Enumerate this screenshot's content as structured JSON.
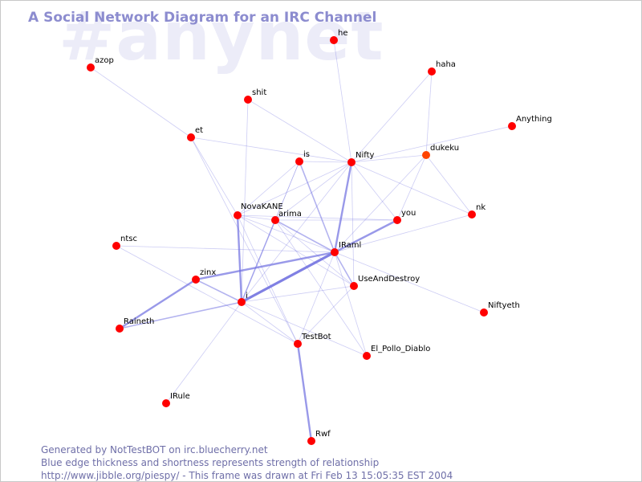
{
  "watermark": "#anynet",
  "title": "A Social Network Diagram for an IRC Channel",
  "footer": {
    "line1": "Generated by NotTestBOT on irc.bluecherry.net",
    "line2": "Blue edge thickness and shortness represents strength of relationship",
    "line3": "http://www.jibble.org/piespy/ - This frame was drawn at Fri Feb 13 15:05:35 EST 2004"
  },
  "colors": {
    "node": "#ff0000",
    "node_alt": "#ff4400",
    "edge": "#7070e0",
    "title": "#8c8ccf",
    "watermark": "#ececf8"
  },
  "graph": {
    "nodes": [
      {
        "id": "he",
        "label": "he"
      },
      {
        "id": "azop",
        "label": "azop"
      },
      {
        "id": "haha",
        "label": "haha"
      },
      {
        "id": "shit",
        "label": "shit"
      },
      {
        "id": "Anything",
        "label": "Anything"
      },
      {
        "id": "et",
        "label": "et"
      },
      {
        "id": "is",
        "label": "is"
      },
      {
        "id": "Nifty",
        "label": "Nifty"
      },
      {
        "id": "dukeku",
        "label": "dukeku"
      },
      {
        "id": "nk",
        "label": "nk"
      },
      {
        "id": "NovaKANE",
        "label": "NovaKANE"
      },
      {
        "id": "arima",
        "label": "arima"
      },
      {
        "id": "you",
        "label": "you"
      },
      {
        "id": "ntsc",
        "label": "ntsc"
      },
      {
        "id": "IRaml",
        "label": "IRaml"
      },
      {
        "id": "zinx",
        "label": "zinx"
      },
      {
        "id": "UseAndDestroy",
        "label": "UseAndDestroy"
      },
      {
        "id": "i",
        "label": "i"
      },
      {
        "id": "Niftyeth",
        "label": "Niftyeth"
      },
      {
        "id": "Raineth",
        "label": "Raineth"
      },
      {
        "id": "TestBot",
        "label": "TestBot"
      },
      {
        "id": "El_Pollo_Diablo",
        "label": "El_Pollo_Diablo"
      },
      {
        "id": "IRule",
        "label": "IRule"
      },
      {
        "id": "Rwf",
        "label": "Rwf"
      }
    ],
    "edges": [
      {
        "source": "Nifty",
        "target": "he",
        "weight": 1
      },
      {
        "source": "Nifty",
        "target": "haha",
        "weight": 1
      },
      {
        "source": "Nifty",
        "target": "Anything",
        "weight": 1
      },
      {
        "source": "Nifty",
        "target": "is",
        "weight": 1
      },
      {
        "source": "Nifty",
        "target": "et",
        "weight": 1
      },
      {
        "source": "Nifty",
        "target": "shit",
        "weight": 1
      },
      {
        "source": "Nifty",
        "target": "dukeku",
        "weight": 1
      },
      {
        "source": "Nifty",
        "target": "NovaKANE",
        "weight": 1
      },
      {
        "source": "Nifty",
        "target": "arima",
        "weight": 1
      },
      {
        "source": "Nifty",
        "target": "IRaml",
        "weight": 3
      },
      {
        "source": "Nifty",
        "target": "you",
        "weight": 1
      },
      {
        "source": "Nifty",
        "target": "nk",
        "weight": 1
      },
      {
        "source": "Nifty",
        "target": "UseAndDestroy",
        "weight": 1
      },
      {
        "source": "Nifty",
        "target": "i",
        "weight": 1
      },
      {
        "source": "haha",
        "target": "dukeku",
        "weight": 1
      },
      {
        "source": "dukeku",
        "target": "nk",
        "weight": 1
      },
      {
        "source": "dukeku",
        "target": "IRaml",
        "weight": 1
      },
      {
        "source": "dukeku",
        "target": "you",
        "weight": 1
      },
      {
        "source": "azop",
        "target": "et",
        "weight": 1
      },
      {
        "source": "et",
        "target": "NovaKANE",
        "weight": 1
      },
      {
        "source": "et",
        "target": "TestBot",
        "weight": 1
      },
      {
        "source": "shit",
        "target": "i",
        "weight": 1
      },
      {
        "source": "is",
        "target": "NovaKANE",
        "weight": 1
      },
      {
        "source": "is",
        "target": "arima",
        "weight": 1
      },
      {
        "source": "is",
        "target": "IRaml",
        "weight": 2
      },
      {
        "source": "is",
        "target": "i",
        "weight": 1
      },
      {
        "source": "NovaKANE",
        "target": "arima",
        "weight": 1
      },
      {
        "source": "NovaKANE",
        "target": "you",
        "weight": 1
      },
      {
        "source": "NovaKANE",
        "target": "IRaml",
        "weight": 1
      },
      {
        "source": "NovaKANE",
        "target": "i",
        "weight": 3
      },
      {
        "source": "NovaKANE",
        "target": "UseAndDestroy",
        "weight": 1
      },
      {
        "source": "NovaKANE",
        "target": "TestBot",
        "weight": 1
      },
      {
        "source": "arima",
        "target": "IRaml",
        "weight": 2
      },
      {
        "source": "arima",
        "target": "i",
        "weight": 2
      },
      {
        "source": "arima",
        "target": "UseAndDestroy",
        "weight": 1
      },
      {
        "source": "arima",
        "target": "El_Pollo_Diablo",
        "weight": 1
      },
      {
        "source": "arima",
        "target": "you",
        "weight": 1
      },
      {
        "source": "you",
        "target": "IRaml",
        "weight": 3
      },
      {
        "source": "nk",
        "target": "IRaml",
        "weight": 1
      },
      {
        "source": "ntsc",
        "target": "IRaml",
        "weight": 1
      },
      {
        "source": "ntsc",
        "target": "TestBot",
        "weight": 1
      },
      {
        "source": "IRaml",
        "target": "zinx",
        "weight": 3
      },
      {
        "source": "IRaml",
        "target": "i",
        "weight": 4
      },
      {
        "source": "IRaml",
        "target": "UseAndDestroy",
        "weight": 2
      },
      {
        "source": "IRaml",
        "target": "Niftyeth",
        "weight": 1
      },
      {
        "source": "IRaml",
        "target": "TestBot",
        "weight": 1
      },
      {
        "source": "IRaml",
        "target": "El_Pollo_Diablo",
        "weight": 1
      },
      {
        "source": "zinx",
        "target": "Raineth",
        "weight": 3
      },
      {
        "source": "zinx",
        "target": "i",
        "weight": 2
      },
      {
        "source": "i",
        "target": "Raineth",
        "weight": 2
      },
      {
        "source": "i",
        "target": "UseAndDestroy",
        "weight": 1
      },
      {
        "source": "i",
        "target": "TestBot",
        "weight": 1
      },
      {
        "source": "i",
        "target": "El_Pollo_Diablo",
        "weight": 1
      },
      {
        "source": "i",
        "target": "IRule",
        "weight": 1
      },
      {
        "source": "UseAndDestroy",
        "target": "TestBot",
        "weight": 1
      },
      {
        "source": "TestBot",
        "target": "Rwf",
        "weight": 3
      }
    ]
  }
}
